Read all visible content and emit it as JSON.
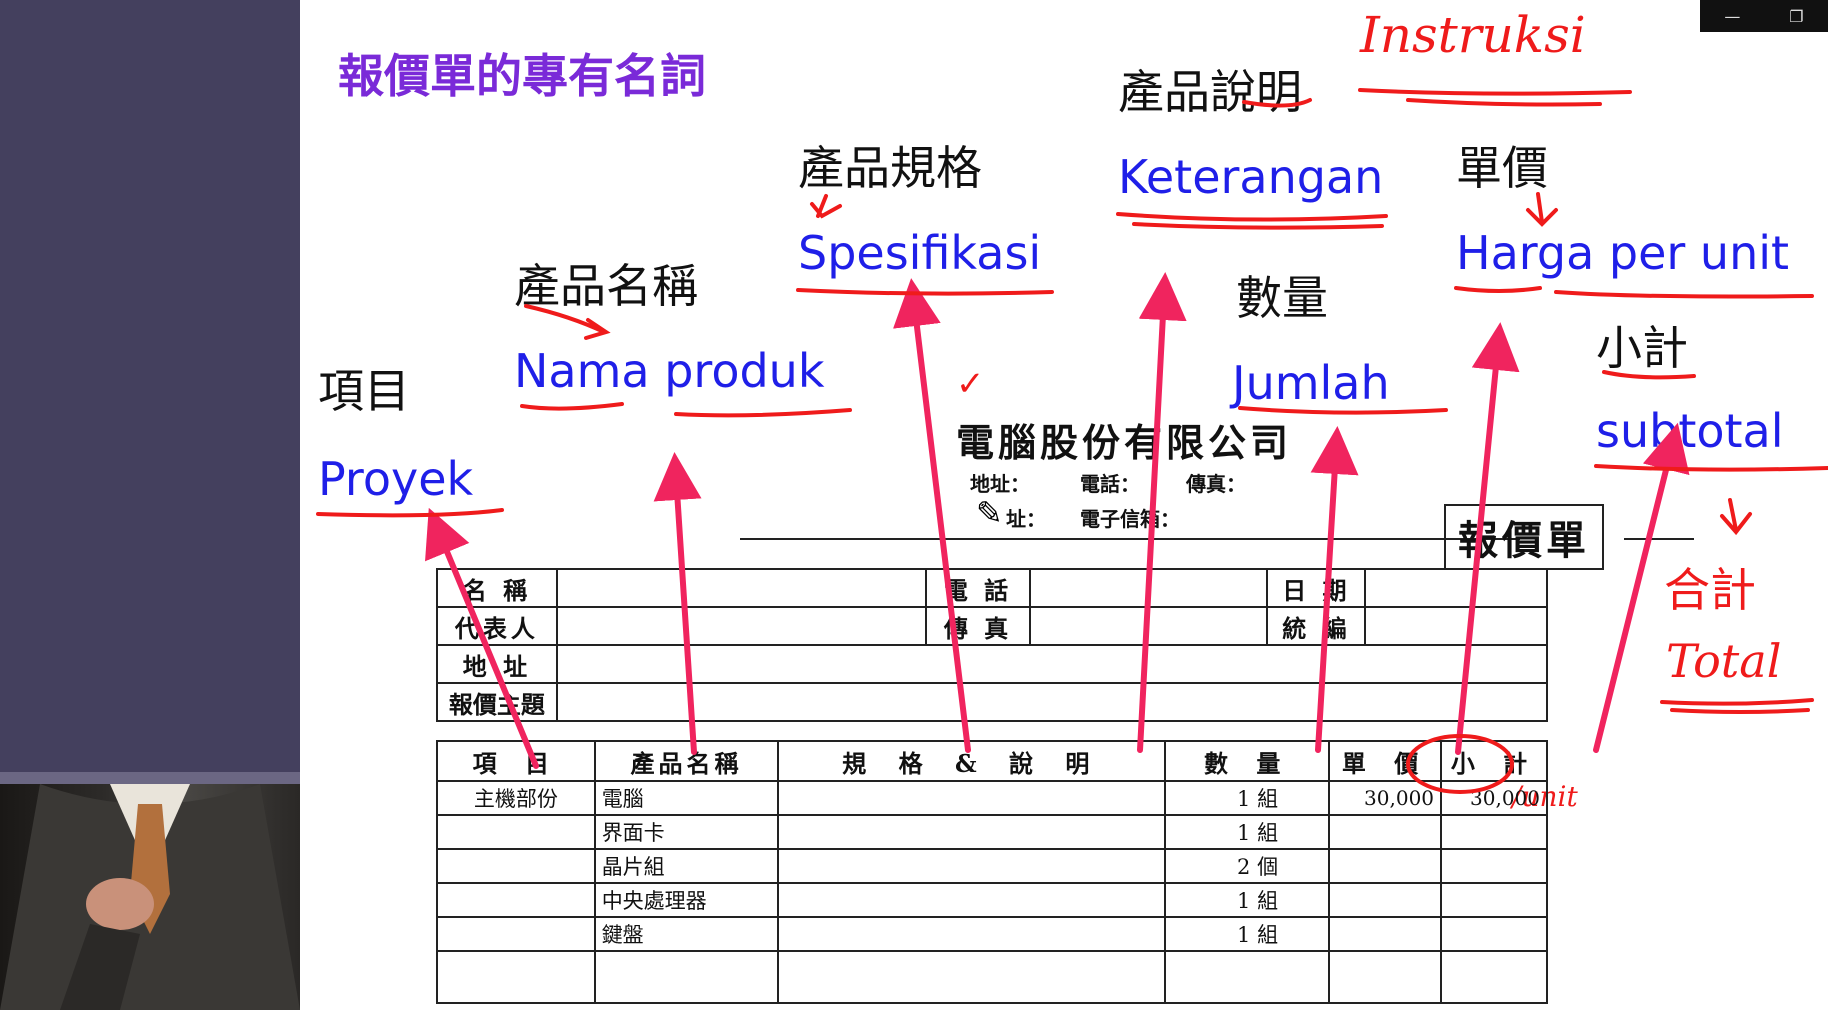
{
  "window": {
    "minimize_glyph": "—",
    "restore_glyph": "❐"
  },
  "slide": {
    "title": "報價單的專有名詞",
    "terms": {
      "project": {
        "zh": "項目",
        "en": "Proyek"
      },
      "name": {
        "zh": "產品名稱",
        "en": "Nama produk"
      },
      "spec": {
        "zh": "產品規格",
        "en": "Spesifikasi"
      },
      "desc": {
        "zh": "產品說明",
        "en": "Keterangan"
      },
      "qty": {
        "zh": "數量",
        "en": "Jumlah"
      },
      "price": {
        "zh": "單價",
        "en": "Harga per unit"
      },
      "subtotal": {
        "zh": "小計",
        "en": "subtotal"
      }
    },
    "handwriting": {
      "instruksi": "Instruksi",
      "total_zh": "合計",
      "total_en": "Total",
      "unit": "/unit",
      "check": "✓"
    }
  },
  "document": {
    "company": "電腦股份有限公司",
    "address_label": "地址：",
    "phone_label": "電話：",
    "fax_label": "傳真：",
    "web_label": "址：",
    "email_label": "電子信箱：",
    "quote_title": "報價單",
    "form_labels": {
      "name": "名 稱",
      "phone": "電 話",
      "date": "日 期",
      "rep": "代表人",
      "fax": "傳 真",
      "tax": "統 編",
      "address": "地 址",
      "subject": "報價主題"
    },
    "item_headers": [
      "項 目",
      "產品名稱",
      "規 格 & 說 明",
      "數 量",
      "單 價",
      "小 計"
    ],
    "rows": [
      {
        "item": "主機部份",
        "name": "電腦",
        "spec": "",
        "qty": "1 組",
        "price": "30,000",
        "subtotal": "30,000"
      },
      {
        "item": "",
        "name": "界面卡",
        "spec": "",
        "qty": "1 組",
        "price": "",
        "subtotal": ""
      },
      {
        "item": "",
        "name": "晶片組",
        "spec": "",
        "qty": "2 個",
        "price": "",
        "subtotal": ""
      },
      {
        "item": "",
        "name": "中央處理器",
        "spec": "",
        "qty": "1 組",
        "price": "",
        "subtotal": ""
      },
      {
        "item": "",
        "name": "鍵盤",
        "spec": "",
        "qty": "1 組",
        "price": "",
        "subtotal": ""
      },
      {
        "item": "",
        "name": "",
        "spec": "",
        "qty": "",
        "price": "",
        "subtotal": ""
      }
    ]
  },
  "colors": {
    "title": "#7a2ad8",
    "english": "#1f1fe8",
    "annotation": "#ef1b1b",
    "arrow": "#f0245e",
    "sidebar": "#44405e"
  }
}
